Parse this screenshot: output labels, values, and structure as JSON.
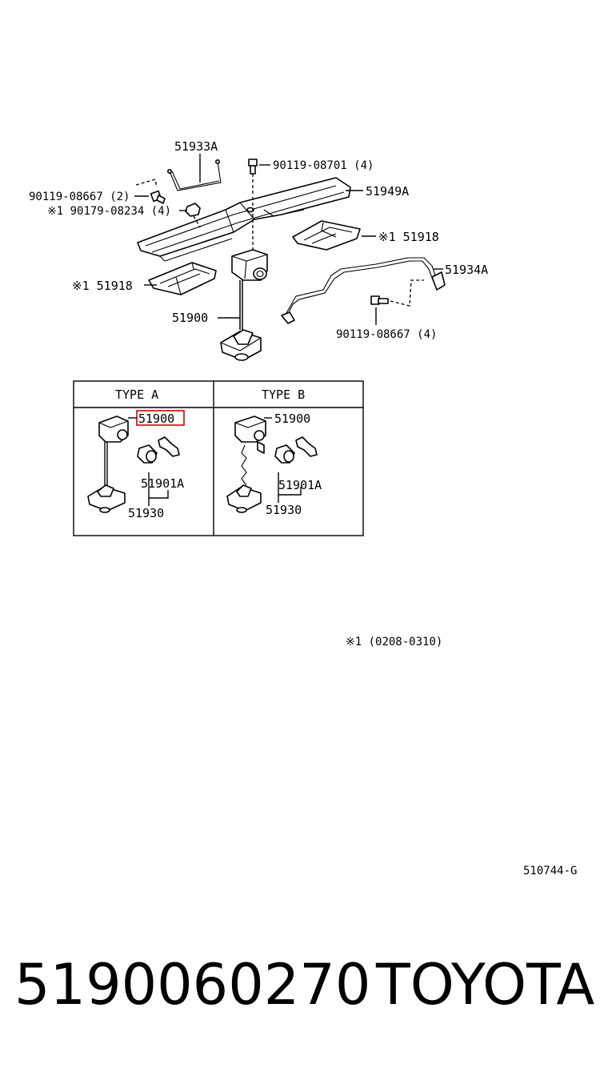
{
  "callouts": {
    "c_51933A": "51933A",
    "c_90119_08701": "90119-08701 (4)",
    "c_51949A": "51949A",
    "c_90119_08667_2": "90119-08667 (2)",
    "c_90179_08234": "※1 90179-08234 (4)",
    "c_51918_right": "※1 51918",
    "c_51934A": "51934A",
    "c_51918_left": "※1 51918",
    "c_51900_main": "51900",
    "c_90119_08667_4": "90119-08667 (4)"
  },
  "type_table": {
    "type_a_header": "TYPE A",
    "type_b_header": "TYPE B",
    "a_51900": "51900",
    "a_51901A": "51901A",
    "a_51930": "51930",
    "b_51900": "51900",
    "b_51901A": "51901A",
    "b_51930": "51930"
  },
  "footnote": "※1 (0208-0310)",
  "figure_code": "510744-G",
  "part_number": "5190060270",
  "brand": "TOYOTA",
  "highlight_color": "#d40000"
}
